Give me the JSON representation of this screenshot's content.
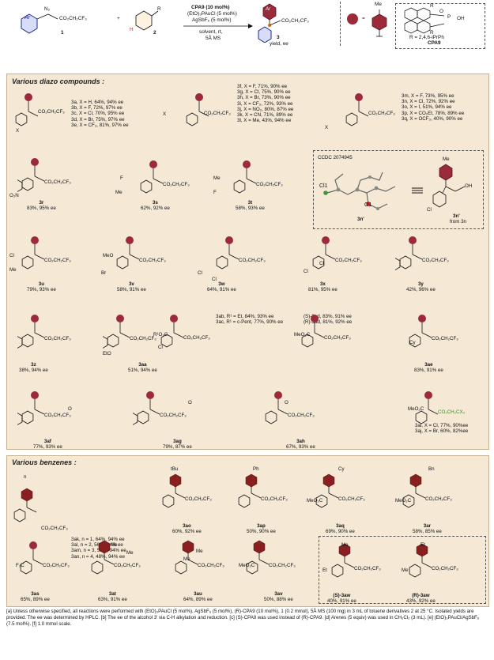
{
  "header": {
    "cond1": "CPA9 (10 mol%)",
    "cond2": "(EtO)₃PAuCl (5 mol%)",
    "cond3": "AgSbF₆ (5 mol%)",
    "cond4": "solvent,  rt,",
    "cond5": "5Å MS",
    "n2": "N₂",
    "ester": "CO₂CH₂CF₃",
    "r": "R",
    "h": "H",
    "ar": "Ar",
    "n1": "1",
    "n2lab": "2",
    "n3": "3",
    "yield": "yield, ee",
    "me": "Me",
    "eq": "=",
    "cpaR": "R = 2,4,6-iPrPh",
    "cpa": "CPA9",
    "cpaO": "O",
    "cpaOH": "OH",
    "cpaP": "P",
    "plus": "+"
  },
  "sections": {
    "diazo": "Various diazo compounds :",
    "benz": "Various benzenes :"
  },
  "groups": {
    "g3a": [
      "3a, X = H,    64%, 94% ee",
      "3b, X = F,    72%, 97% ee",
      "3c, X = Cl,   70%, 95% ee",
      "3d, X = Br,   75%, 97% ee",
      "3e, X = CF₃, 81%, 97% ee"
    ],
    "g3f": [
      "3f,   X = F,      71%, 90% ee",
      "3g,  X = Cl,    75%, 90% ee",
      "3h,  X = Br,    73%, 90% ee",
      "3i,   X = CF₃,  72%, 93% ee",
      "3j,   X = NO₂,  80%, 87% ee",
      "3k,  X = CN,    71%, 89% ee",
      "3l,   X = Me,   43%, 94% ee"
    ],
    "g3m": [
      "3m,  X = F,        73%, 95% ee",
      "3n,   X = Cl,      72%, 92% ee",
      "3o,   X = I,        51%, 94% ee",
      "3p,   X = CO₂Et, 78%, 89% ee",
      "3q,   X = OCF₃,   40%, 90% ee"
    ],
    "g3ak": [
      "3ak,  n = 1, 64%, 94% ee",
      "3al,   n = 2, 56%, 94% ee",
      "3am, n = 3, 55%, 94% ee",
      "3an,  n = 4, 48%, 94% ee"
    ],
    "g3ab": [
      "3ab, R¹ = Et,        84%, 93% ee",
      "3ac, R¹ = c-Pent, 77%, 90% ee"
    ],
    "g3ad": [
      "(S)-3ad, 83%, 91% ee",
      "(R)-3ad, 81%, 92% ee"
    ],
    "g3ai": [
      "3ai, X = Cl, 77%, 90%ee",
      "3aj, X = Br, 60%, 82%ee"
    ]
  },
  "compounds": [
    {
      "id": "3r",
      "res": "83%, 95% ee"
    },
    {
      "id": "3s",
      "res": "62%, 92% ee"
    },
    {
      "id": "3t",
      "res": "58%, 93% ee"
    },
    {
      "id": "3u",
      "res": "79%, 93% ee"
    },
    {
      "id": "3v",
      "res": "58%, 91% ee"
    },
    {
      "id": "3w",
      "res": "64%, 91% ee"
    },
    {
      "id": "3x",
      "res": "81%, 95% ee"
    },
    {
      "id": "3y",
      "res": "42%, 96% ee"
    },
    {
      "id": "3z",
      "res": "38%,  94% ee"
    },
    {
      "id": "3aa",
      "res": "51%, 94% ee"
    },
    {
      "id": "3ae",
      "res": "83%, 91% ee"
    },
    {
      "id": "3af",
      "res": "77%, 93% ee"
    },
    {
      "id": "3ag",
      "res": "79%, 87% ee"
    },
    {
      "id": "3ah",
      "res": "67%, 93% ee"
    },
    {
      "id": "3ao",
      "res": "60%, 92% ee"
    },
    {
      "id": "3ap",
      "res": "50%, 90% ee"
    },
    {
      "id": "3aq",
      "res": "69%, 90% ee"
    },
    {
      "id": "3ar",
      "res": "58%, 85% ee"
    },
    {
      "id": "3as",
      "res": "65%, 89% ee"
    },
    {
      "id": "3at",
      "res": "63%, 91% ee"
    },
    {
      "id": "3au",
      "res": "64%, 89% ee"
    },
    {
      "id": "3av",
      "res": "50%, 88% ee"
    },
    {
      "id": "(S)-3aw",
      "res": "40%, 91% ee"
    },
    {
      "id": "(R)-3aw",
      "res": "43%, 92% ee"
    }
  ],
  "labels": {
    "x": "X",
    "me": "Me",
    "f": "F",
    "cl": "Cl",
    "br": "Br",
    "meo": "MeO",
    "no2": "O₂N",
    "eto": "EtO",
    "r1o2c": "R¹O₂C",
    "meo2c": "MeO₂C",
    "cy": "Cy",
    "tbu": "tBu",
    "ph": "Ph",
    "bn": "Bn",
    "et": "Et",
    "f3c": "F₃C",
    "n": "n",
    "o": "O",
    "oh": "OH",
    "ester": "CO₂CH₂CF₃",
    "esterX": "CO₂CH₂CX₃"
  },
  "crystal": {
    "ccdc": "CCDC 2074945",
    "atom1": "Cl1",
    "atom2": "O1",
    "id": "3n'",
    "id2": "3n'",
    "from": "from 3n"
  },
  "footnote": "[a] Unless otherwise specified, all reactions were performed with (EtO)₃PAuCl (5 mol%), AgSbF₆ (5 mol%), (R)-CPA9 (10 mol%), 1 (0.2 mmol), 5Å MS (100 mg) in 3 mL of toluene derivatives 2 at 25 °C. Isolated yields are provided. The ee was determined by HPLC. [b] The ee of the alcohol 3' via C-H alkylation and reduction. [c] (S)-CPA9 was used instead of (R)-CPA9. [d] Arenes (5 equiv) was used in CH₂Cl₂ (3 mL). [e] (EtO)₃PAuCl/AgSbF₆ (7.5 mol%). [f] 1.0 mmol scale.",
  "colors": {
    "ball": "#9b2a3a",
    "ring": "#1e2a8c",
    "aryl": "#8a1f1f",
    "green": "#3a8a2a",
    "bg": "#f5e9d6"
  }
}
